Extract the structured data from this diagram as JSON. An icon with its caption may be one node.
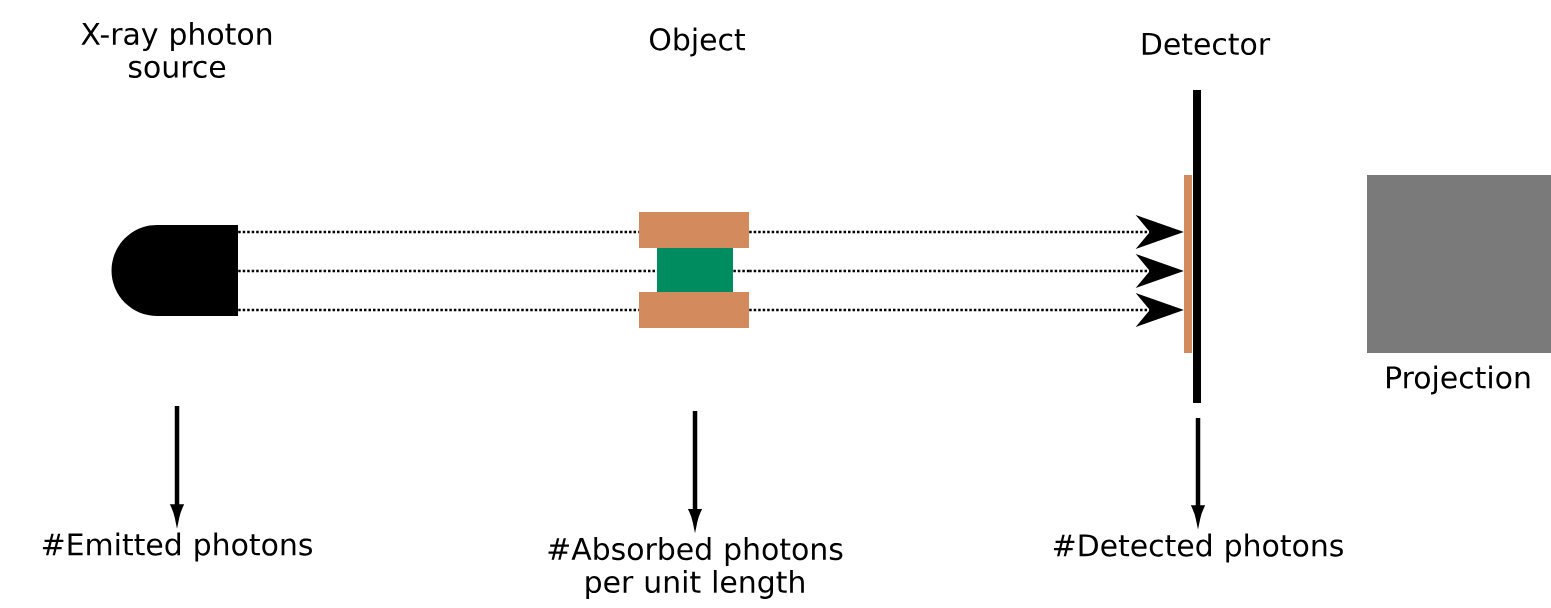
{
  "diagram": {
    "nodes": [
      {
        "text": [
          "X-ray photon source"
        ]
      },
      {
        "text": [
          "Object"
        ]
      },
      {
        "text": [
          "Detector"
        ]
      },
      {
        "text": [
          "Projection"
        ]
      },
      {
        "text": [
          "#Emitted photons"
        ]
      },
      {
        "text": [
          "#Absorbed photons per unit length"
        ]
      },
      {
        "text": [
          "#Detected photons"
        ]
      }
    ],
    "edges": [
      {
        "from": 0,
        "to": 1,
        "arrow": "none",
        "style": "dashed"
      },
      {
        "from": 0,
        "to": 1,
        "arrow": "none",
        "style": "dashed"
      },
      {
        "from": 0,
        "to": 1,
        "arrow": "none",
        "style": "dashed"
      },
      {
        "from": 1,
        "to": 2,
        "arrow": "to",
        "style": "dashed"
      },
      {
        "from": 1,
        "to": 2,
        "arrow": "to",
        "style": "dashed"
      },
      {
        "from": 1,
        "to": 2,
        "arrow": "to",
        "style": "dashed"
      },
      {
        "from": 0,
        "to": 4,
        "arrow": "to"
      },
      {
        "from": 1,
        "to": 5,
        "arrow": "to"
      },
      {
        "from": 2,
        "to": 6,
        "arrow": "to"
      }
    ]
  }
}
